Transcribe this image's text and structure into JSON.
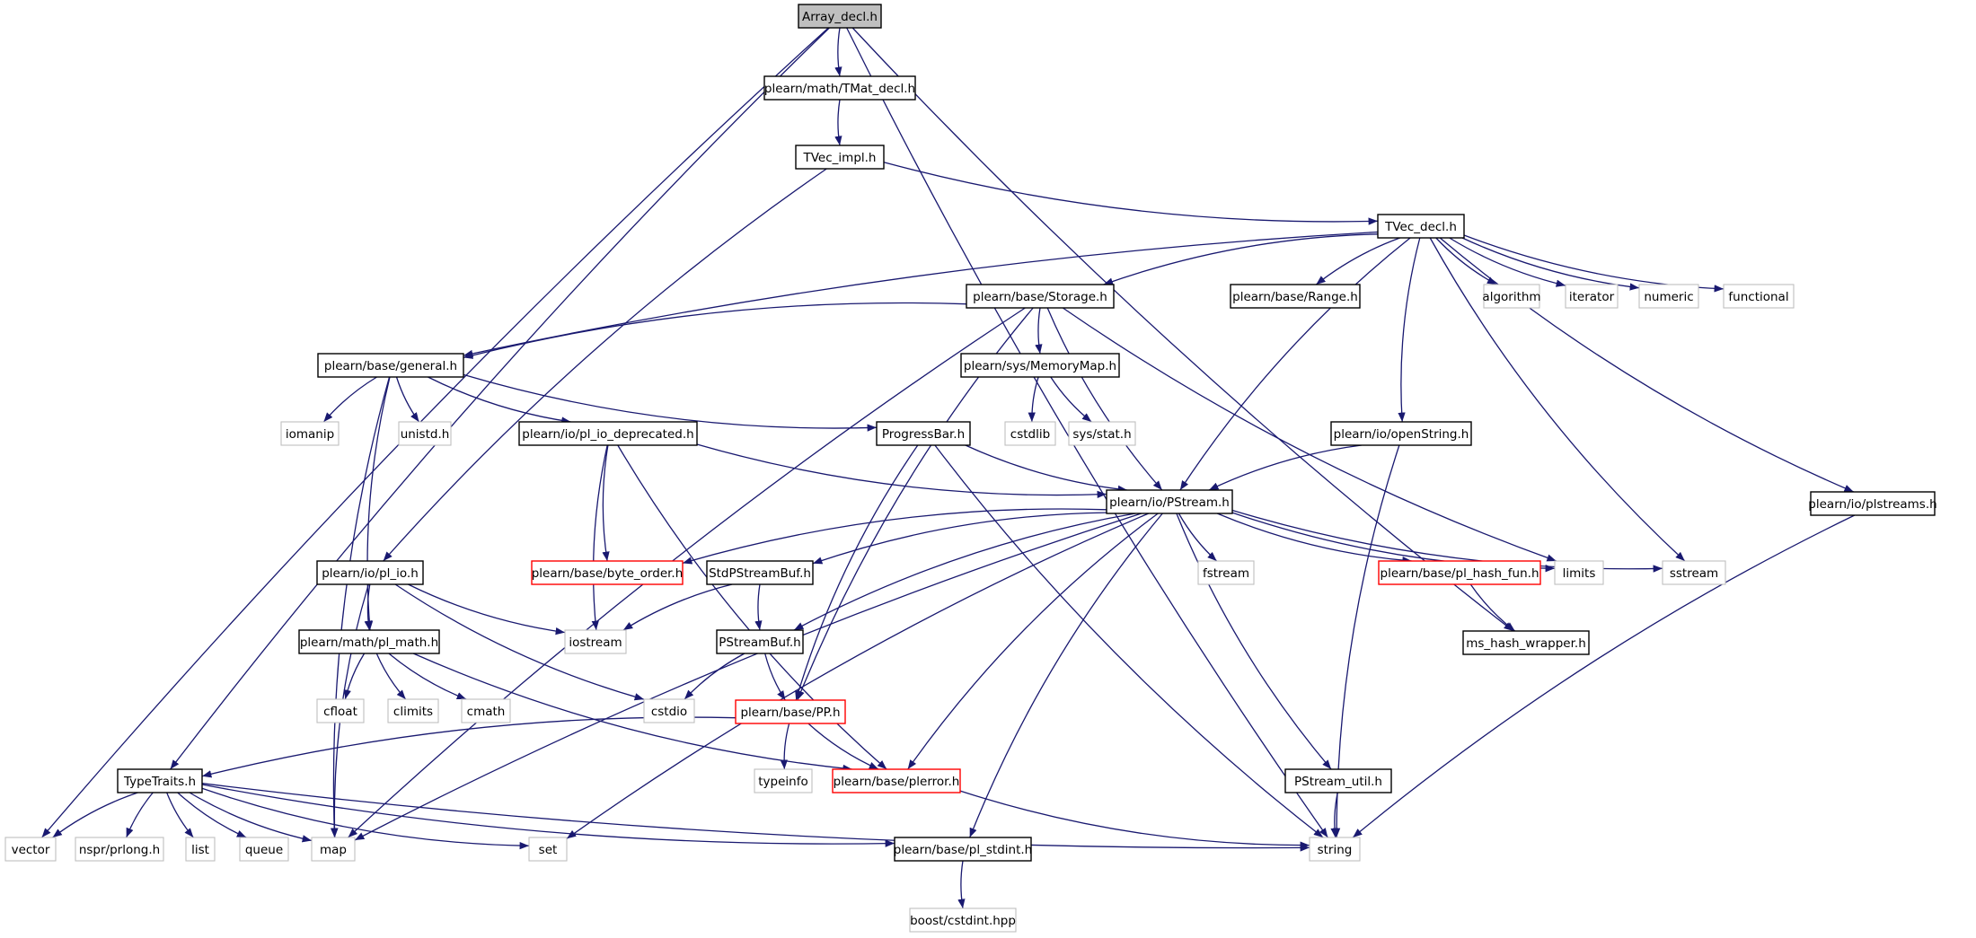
{
  "colors": {
    "edge": "#191970",
    "normal_border": "#000000",
    "system_border": "#bfbfbf",
    "warning_border": "#ff0000",
    "root_fill": "#bfbfbf",
    "fill": "#ffffff"
  },
  "nodes": [
    {
      "id": "array_decl",
      "label": "Array_decl.h",
      "kind": "root"
    },
    {
      "id": "tmat_decl",
      "label": "plearn/math/TMat_decl.h",
      "kind": "normal"
    },
    {
      "id": "tvec_impl",
      "label": "TVec_impl.h",
      "kind": "normal"
    },
    {
      "id": "tvec_decl",
      "label": "TVec_decl.h",
      "kind": "normal"
    },
    {
      "id": "storage",
      "label": "plearn/base/Storage.h",
      "kind": "normal"
    },
    {
      "id": "range",
      "label": "plearn/base/Range.h",
      "kind": "normal"
    },
    {
      "id": "algorithm",
      "label": "algorithm",
      "kind": "system"
    },
    {
      "id": "iterator",
      "label": "iterator",
      "kind": "system"
    },
    {
      "id": "numeric",
      "label": "numeric",
      "kind": "system"
    },
    {
      "id": "functional",
      "label": "functional",
      "kind": "system"
    },
    {
      "id": "general",
      "label": "plearn/base/general.h",
      "kind": "normal"
    },
    {
      "id": "memorymap",
      "label": "plearn/sys/MemoryMap.h",
      "kind": "normal"
    },
    {
      "id": "iomanip",
      "label": "iomanip",
      "kind": "system"
    },
    {
      "id": "unistd",
      "label": "unistd.h",
      "kind": "system"
    },
    {
      "id": "pl_io_deprecated",
      "label": "plearn/io/pl_io_deprecated.h",
      "kind": "normal"
    },
    {
      "id": "progressbar",
      "label": "ProgressBar.h",
      "kind": "normal"
    },
    {
      "id": "cstdlib",
      "label": "cstdlib",
      "kind": "system"
    },
    {
      "id": "sys_stat",
      "label": "sys/stat.h",
      "kind": "system"
    },
    {
      "id": "openstring",
      "label": "plearn/io/openString.h",
      "kind": "normal"
    },
    {
      "id": "pstream",
      "label": "plearn/io/PStream.h",
      "kind": "normal"
    },
    {
      "id": "plstreams",
      "label": "plearn/io/plstreams.h",
      "kind": "normal"
    },
    {
      "id": "pl_io",
      "label": "plearn/io/pl_io.h",
      "kind": "normal"
    },
    {
      "id": "byte_order",
      "label": "plearn/base/byte_order.h",
      "kind": "warning"
    },
    {
      "id": "stdpstreambuf",
      "label": "StdPStreamBuf.h",
      "kind": "normal"
    },
    {
      "id": "fstream",
      "label": "fstream",
      "kind": "system"
    },
    {
      "id": "pl_hash_fun",
      "label": "plearn/base/pl_hash_fun.h",
      "kind": "warning"
    },
    {
      "id": "limits",
      "label": "limits",
      "kind": "system"
    },
    {
      "id": "sstream",
      "label": "sstream",
      "kind": "system"
    },
    {
      "id": "pl_math",
      "label": "plearn/math/pl_math.h",
      "kind": "normal"
    },
    {
      "id": "iostream",
      "label": "iostream",
      "kind": "system"
    },
    {
      "id": "pstreambuf",
      "label": "PStreamBuf.h",
      "kind": "normal"
    },
    {
      "id": "ms_hash_wrapper",
      "label": "ms_hash_wrapper.h",
      "kind": "normal"
    },
    {
      "id": "cfloat",
      "label": "cfloat",
      "kind": "system"
    },
    {
      "id": "climits",
      "label": "climits",
      "kind": "system"
    },
    {
      "id": "cmath",
      "label": "cmath",
      "kind": "system"
    },
    {
      "id": "cstdio",
      "label": "cstdio",
      "kind": "system"
    },
    {
      "id": "pp",
      "label": "plearn/base/PP.h",
      "kind": "warning"
    },
    {
      "id": "typetraits",
      "label": "TypeTraits.h",
      "kind": "normal"
    },
    {
      "id": "typeinfo",
      "label": "typeinfo",
      "kind": "system"
    },
    {
      "id": "plerror",
      "label": "plearn/base/plerror.h",
      "kind": "warning"
    },
    {
      "id": "pstream_util",
      "label": "PStream_util.h",
      "kind": "normal"
    },
    {
      "id": "vector",
      "label": "vector",
      "kind": "system"
    },
    {
      "id": "nspr_prlong",
      "label": "nspr/prlong.h",
      "kind": "system"
    },
    {
      "id": "list",
      "label": "list",
      "kind": "system"
    },
    {
      "id": "queue",
      "label": "queue",
      "kind": "system"
    },
    {
      "id": "map",
      "label": "map",
      "kind": "system"
    },
    {
      "id": "set",
      "label": "set",
      "kind": "system"
    },
    {
      "id": "pl_stdint",
      "label": "plearn/base/pl_stdint.h",
      "kind": "normal"
    },
    {
      "id": "string",
      "label": "string",
      "kind": "system"
    },
    {
      "id": "boost_cstdint",
      "label": "boost/cstdint.hpp",
      "kind": "system"
    }
  ],
  "edges": [
    [
      "array_decl",
      "tmat_decl"
    ],
    [
      "array_decl",
      "vector"
    ],
    [
      "array_decl",
      "typetraits"
    ],
    [
      "array_decl",
      "string"
    ],
    [
      "array_decl",
      "ms_hash_wrapper"
    ],
    [
      "tmat_decl",
      "tvec_impl"
    ],
    [
      "tvec_impl",
      "tvec_decl"
    ],
    [
      "tvec_impl",
      "pl_io"
    ],
    [
      "tvec_decl",
      "storage"
    ],
    [
      "tvec_decl",
      "range"
    ],
    [
      "tvec_decl",
      "algorithm"
    ],
    [
      "tvec_decl",
      "iterator"
    ],
    [
      "tvec_decl",
      "numeric"
    ],
    [
      "tvec_decl",
      "functional"
    ],
    [
      "tvec_decl",
      "general"
    ],
    [
      "tvec_decl",
      "pstream"
    ],
    [
      "tvec_decl",
      "openstring"
    ],
    [
      "tvec_decl",
      "sstream"
    ],
    [
      "tvec_decl",
      "plstreams"
    ],
    [
      "storage",
      "general"
    ],
    [
      "storage",
      "memorymap"
    ],
    [
      "storage",
      "pstream"
    ],
    [
      "storage",
      "pp"
    ],
    [
      "storage",
      "map"
    ],
    [
      "storage",
      "limits"
    ],
    [
      "memorymap",
      "cstdlib"
    ],
    [
      "memorymap",
      "sys_stat"
    ],
    [
      "general",
      "iomanip"
    ],
    [
      "general",
      "unistd"
    ],
    [
      "general",
      "pl_io_deprecated"
    ],
    [
      "general",
      "progressbar"
    ],
    [
      "general",
      "pl_math"
    ],
    [
      "general",
      "map"
    ],
    [
      "pl_io_deprecated",
      "byte_order"
    ],
    [
      "pl_io_deprecated",
      "iostream"
    ],
    [
      "pl_io_deprecated",
      "plerror"
    ],
    [
      "pl_io_deprecated",
      "pstream"
    ],
    [
      "progressbar",
      "pstream"
    ],
    [
      "progressbar",
      "pp"
    ],
    [
      "progressbar",
      "string"
    ],
    [
      "openstring",
      "pstream"
    ],
    [
      "openstring",
      "string"
    ],
    [
      "pstream",
      "byte_order"
    ],
    [
      "pstream",
      "stdpstreambuf"
    ],
    [
      "pstream",
      "fstream"
    ],
    [
      "pstream",
      "pl_hash_fun"
    ],
    [
      "pstream",
      "limits"
    ],
    [
      "pstream",
      "sstream"
    ],
    [
      "pstream",
      "pstreambuf"
    ],
    [
      "pstream",
      "plerror"
    ],
    [
      "pstream",
      "pstream_util"
    ],
    [
      "pstream",
      "map"
    ],
    [
      "pstream",
      "set"
    ],
    [
      "pstream",
      "pl_stdint"
    ],
    [
      "plstreams",
      "string"
    ],
    [
      "pl_io",
      "pl_math"
    ],
    [
      "pl_io",
      "iostream"
    ],
    [
      "pl_io",
      "cstdio"
    ],
    [
      "pl_io",
      "map"
    ],
    [
      "stdpstreambuf",
      "pstreambuf"
    ],
    [
      "stdpstreambuf",
      "iostream"
    ],
    [
      "pl_hash_fun",
      "ms_hash_wrapper"
    ],
    [
      "pl_math",
      "cfloat"
    ],
    [
      "pl_math",
      "climits"
    ],
    [
      "pl_math",
      "cmath"
    ],
    [
      "pl_math",
      "plerror"
    ],
    [
      "pstreambuf",
      "pp"
    ],
    [
      "pstreambuf",
      "cstdio"
    ],
    [
      "pp",
      "typetraits"
    ],
    [
      "pp",
      "typeinfo"
    ],
    [
      "pp",
      "plerror"
    ],
    [
      "plerror",
      "string"
    ],
    [
      "pstream_util",
      "string"
    ],
    [
      "typetraits",
      "vector"
    ],
    [
      "typetraits",
      "nspr_prlong"
    ],
    [
      "typetraits",
      "list"
    ],
    [
      "typetraits",
      "queue"
    ],
    [
      "typetraits",
      "map"
    ],
    [
      "typetraits",
      "set"
    ],
    [
      "typetraits",
      "string"
    ],
    [
      "typetraits",
      "pl_stdint"
    ],
    [
      "pl_stdint",
      "boost_cstdint"
    ]
  ]
}
